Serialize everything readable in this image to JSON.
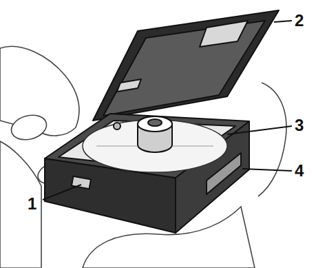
{
  "diagram": {
    "labels": [
      "2",
      "3",
      "4",
      "1"
    ]
  }
}
